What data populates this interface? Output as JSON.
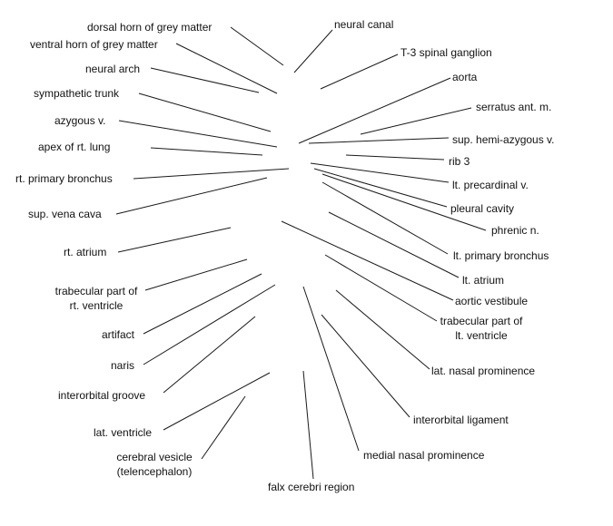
{
  "labels": {
    "dorsal_horn": "dorsal horn of grey matter",
    "ventral_horn": "ventral horn of grey matter",
    "neural_arch": "neural arch",
    "sympathetic_trunk": "sympathetic trunk",
    "azygous_v": "azygous v.",
    "apex_rt_lung": "apex of rt. lung",
    "rt_primary_bronchus": "rt. primary bronchus",
    "sup_vena_cava": "sup. vena cava",
    "rt_atrium": "rt. atrium",
    "trabecular_rt_1": "trabecular part of",
    "trabecular_rt_2": "rt. ventricle",
    "artifact": "artifact",
    "naris": "naris",
    "interorbital_groove": "interorbital groove",
    "lat_ventricle": "lat. ventricle",
    "cerebral_vesicle_1": "cerebral vesicle",
    "cerebral_vesicle_2": "(telencephalon)",
    "falx_cerebri": "falx cerebri region",
    "neural_canal": "neural canal",
    "t3_spinal_ganglion": "T-3 spinal ganglion",
    "aorta": "aorta",
    "serratus_ant_m": "serratus ant. m.",
    "sup_hemi_azygous_v": "sup. hemi-azygous v.",
    "rib_3": "rib 3",
    "lt_precardinal_v": "lt. precardinal v.",
    "pleural_cavity": "pleural cavity",
    "phrenic_n": "phrenic n.",
    "lt_primary_bronchus": "lt. primary bronchus",
    "lt_atrium": "lt. atrium",
    "aortic_vestibule": "aortic vestibule",
    "trabecular_lt_1": "trabecular part of",
    "trabecular_lt_2": "lt. ventricle",
    "lat_nasal_prominence": "lat. nasal prominence",
    "interorbital_ligament": "interorbital ligament",
    "medial_nasal_prominence": "medial nasal prominence"
  },
  "colors": {
    "line": "#1a1a1a",
    "text": "#111111",
    "background": "#ffffff"
  }
}
